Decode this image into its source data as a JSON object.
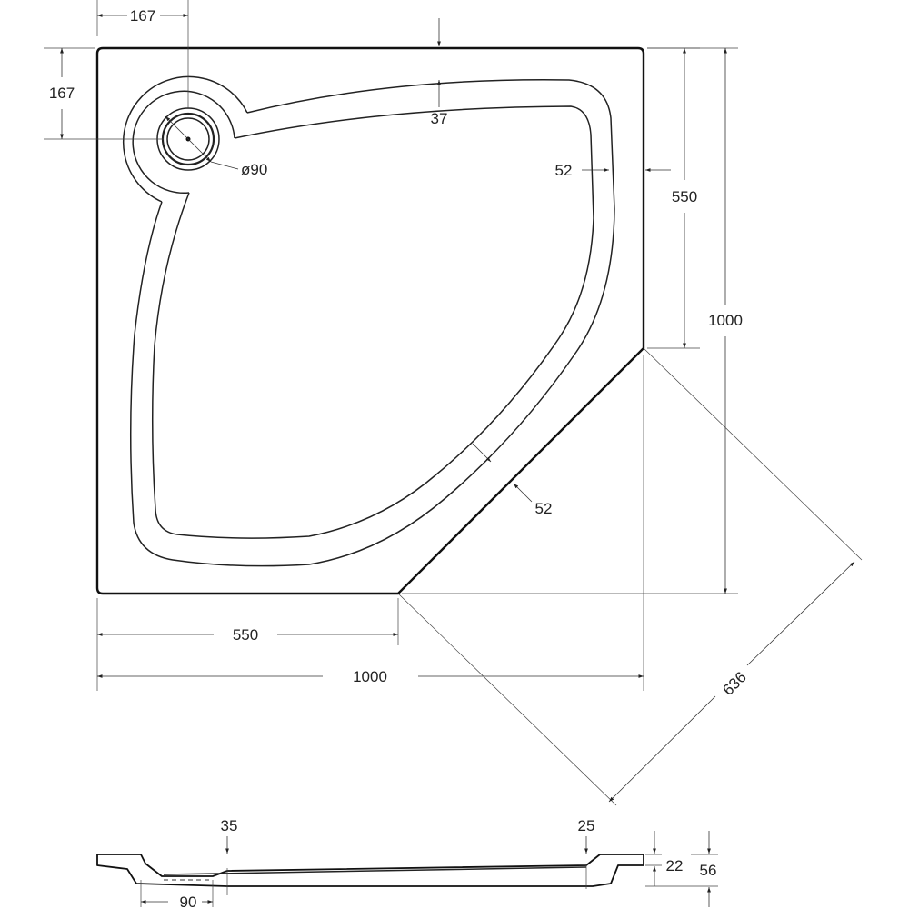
{
  "dimensions": {
    "drain_offset_x": "167",
    "drain_offset_y": "167",
    "rim_top": "37",
    "drain_diameter": "ø90",
    "rim_right": "52",
    "side_right": "550",
    "height_total": "1000",
    "rim_diagonal": "52",
    "side_bottom": "550",
    "width_total": "1000",
    "diagonal_front": "636",
    "section_left_rim": "35",
    "section_right_rim": "25",
    "section_inner_depth": "22",
    "section_total_height": "56",
    "section_drain": "90"
  },
  "colors": {
    "line": "#111111",
    "background": "#ffffff"
  }
}
